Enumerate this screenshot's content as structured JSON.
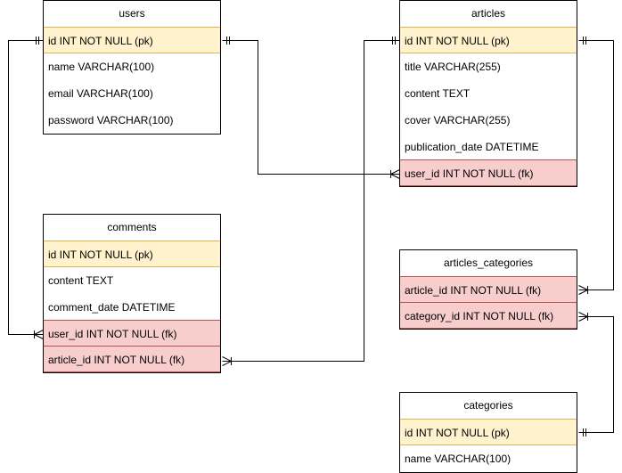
{
  "entities": {
    "users": {
      "title": "users",
      "fields": {
        "id": "id INT NOT NULL (pk)",
        "name": "name VARCHAR(100)",
        "email": "email VARCHAR(100)",
        "password": "password VARCHAR(100)"
      }
    },
    "articles": {
      "title": "articles",
      "fields": {
        "id": "id INT NOT NULL (pk)",
        "title": "title VARCHAR(255)",
        "content": "content TEXT",
        "cover": "cover VARCHAR(255)",
        "publication_date": "publication_date DATETIME",
        "user_id": "user_id INT NOT NULL (fk)"
      }
    },
    "comments": {
      "title": "comments",
      "fields": {
        "id": "id INT NOT NULL (pk)",
        "content": "content TEXT",
        "comment_date": "comment_date DATETIME",
        "user_id": "user_id INT NOT NULL (fk)",
        "article_id": "article_id INT NOT NULL (fk)"
      }
    },
    "articles_categories": {
      "title": "articles_categories",
      "fields": {
        "article_id": "article_id INT NOT NULL (fk)",
        "category_id": "category_id INT NOT NULL (fk)"
      }
    },
    "categories": {
      "title": "categories",
      "fields": {
        "id": "id INT NOT NULL (pk)",
        "name": "name VARCHAR(100)"
      }
    }
  },
  "relationships": [
    {
      "from": "users.id",
      "to": "articles.user_id",
      "from_end": "one-mandatory",
      "to_end": "one-or-many"
    },
    {
      "from": "users.id",
      "to": "comments.user_id",
      "from_end": "one-mandatory",
      "to_end": "one-or-many"
    },
    {
      "from": "articles.id",
      "to": "comments.article_id",
      "from_end": "one-mandatory",
      "to_end": "one-or-many"
    },
    {
      "from": "articles.id",
      "to": "articles_categories.article_id",
      "from_end": "one-mandatory",
      "to_end": "one-or-many"
    },
    {
      "from": "categories.id",
      "to": "articles_categories.category_id",
      "from_end": "one-mandatory",
      "to_end": "one-or-many"
    }
  ],
  "colors": {
    "pk_fill": "#fff2cc",
    "pk_stroke": "#d6b656",
    "fk_fill": "#f8cecc",
    "fk_stroke": "#b85450",
    "line": "#000000"
  }
}
